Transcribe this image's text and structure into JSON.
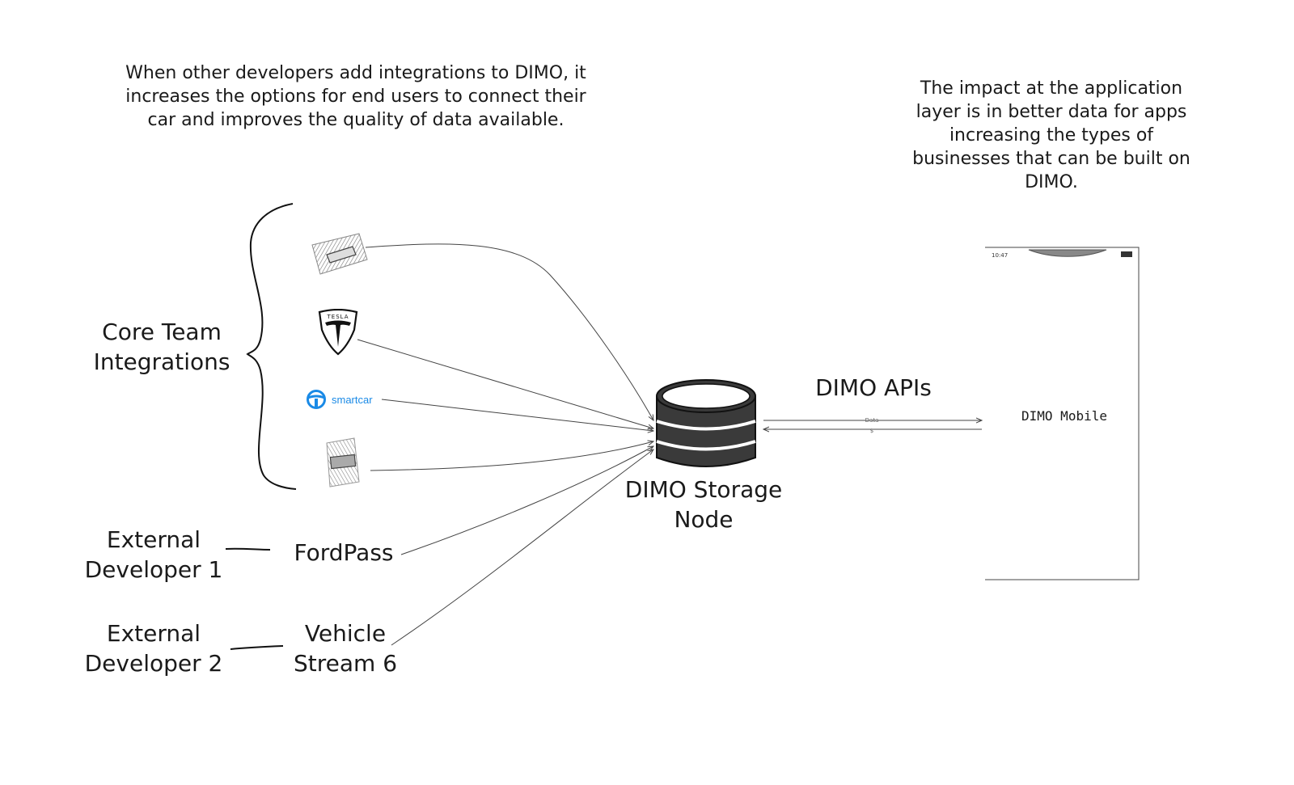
{
  "notes": {
    "left": "When other developers add integrations to DIMO, it increases the options for end users to connect their car and improves the quality of data available.",
    "right": "The impact at the application layer is in better data for apps increasing the types of businesses that can be built on DIMO."
  },
  "groups": {
    "core_team": "Core Team Integrations",
    "external_1": "External Developer 1",
    "external_2": "External Developer 2"
  },
  "sources": {
    "tesla_badge": "TESLA",
    "smartcar": "smartcar",
    "fordpass": "FordPass",
    "vehicle_stream": "Vehicle Stream 6"
  },
  "storage_node": "DIMO Storage Node",
  "apis": "DIMO APIs",
  "api_arrow_label": "Data",
  "phone": {
    "status_time": "10:47",
    "app_name": "DIMO Mobile"
  }
}
